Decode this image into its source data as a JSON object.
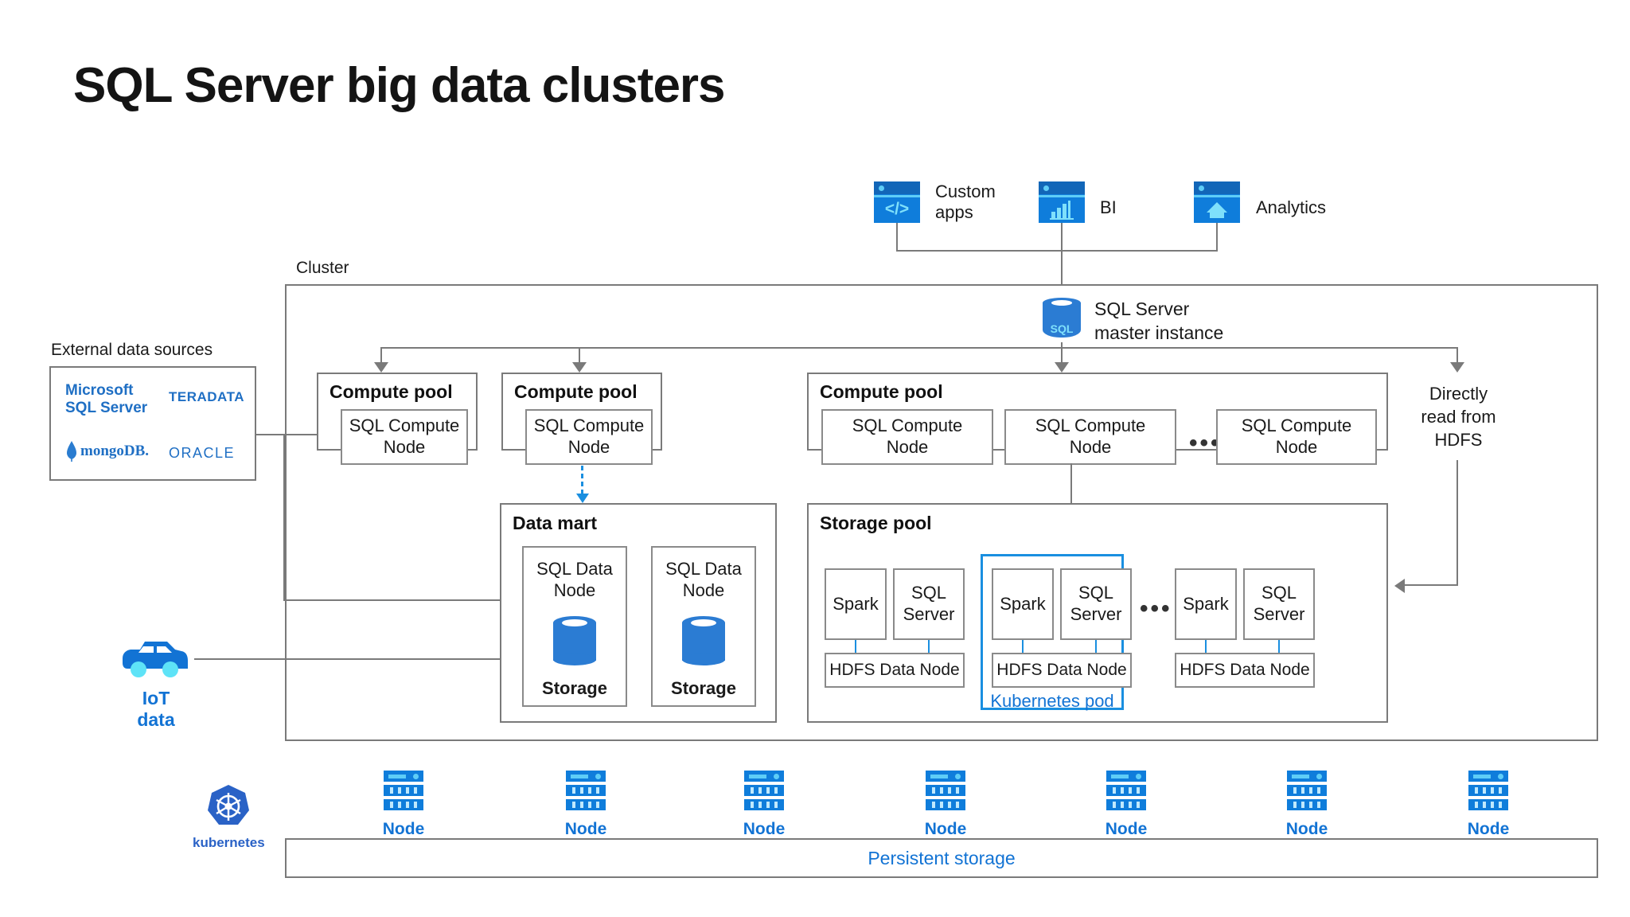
{
  "title": "SQL Server big data clusters",
  "colors": {
    "accent_blue": "#1273d4",
    "icon_blue": "#0f7ddb",
    "cyan": "#5ecdf7",
    "cylinder_blue": "#2b7cd3",
    "line_gray": "#7a7a7a",
    "pod_border": "#1a8fe0"
  },
  "consumers": [
    {
      "label": "Custom\napps",
      "line1": "Custom",
      "line2": "apps",
      "icon": "code-brackets-icon",
      "glyph": "</>"
    },
    {
      "label": "BI",
      "line1": "BI",
      "line2": "",
      "icon": "bar-chart-icon",
      "glyph": "bars"
    },
    {
      "label": "Analytics",
      "line1": "Analytics",
      "line2": "",
      "icon": "home-analytics-icon",
      "glyph": "home"
    }
  ],
  "cluster": {
    "label": "Cluster",
    "master": {
      "icon": "sql-cylinder-icon",
      "icon_text": "SQL",
      "line1": "SQL Server",
      "line2": "master instance"
    },
    "direct_read": {
      "line1": "Directly",
      "line2": "read from",
      "line3": "HDFS"
    },
    "compute_pools": [
      {
        "name": "Compute pool",
        "nodes": [
          {
            "line1": "SQL Compute",
            "line2": "Node"
          }
        ],
        "ellipsis": ""
      },
      {
        "name": "Compute pool",
        "nodes": [
          {
            "line1": "SQL Compute",
            "line2": "Node"
          }
        ],
        "ellipsis": ""
      },
      {
        "name": "Compute pool",
        "nodes": [
          {
            "line1": "SQL Compute",
            "line2": "Node"
          },
          {
            "line1": "SQL Compute",
            "line2": "Node"
          },
          {
            "line1": "SQL Compute",
            "line2": "Node"
          }
        ],
        "ellipsis": "•••"
      }
    ],
    "data_mart": {
      "name": "Data mart",
      "nodes": [
        {
          "line1": "SQL Data",
          "line2": "Node",
          "storage_label": "Storage",
          "storage_icon": "storage-cylinder-icon"
        },
        {
          "line1": "SQL Data",
          "line2": "Node",
          "storage_label": "Storage",
          "storage_icon": "storage-cylinder-icon"
        }
      ]
    },
    "storage_pool": {
      "name": "Storage pool",
      "ellipsis": "•••",
      "pod_label": "Kubernetes pod",
      "groups": [
        {
          "spark": "Spark",
          "sql_line1": "SQL",
          "sql_line2": "Server",
          "hdfs": "HDFS Data Node",
          "is_pod": false
        },
        {
          "spark": "Spark",
          "sql_line1": "SQL",
          "sql_line2": "Server",
          "hdfs": "HDFS Data Node",
          "is_pod": true
        },
        {
          "spark": "Spark",
          "sql_line1": "SQL",
          "sql_line2": "Server",
          "hdfs": "HDFS Data Node",
          "is_pod": false
        }
      ]
    }
  },
  "external": {
    "label": "External data sources",
    "logos": [
      {
        "name": "microsoft-sql-server-logo",
        "line1": "Microsoft",
        "line2": "SQL Server"
      },
      {
        "name": "teradata-logo",
        "line1": "TERADATA",
        "line2": ""
      },
      {
        "name": "mongodb-logo",
        "line1": "mongoDB.",
        "line2": ""
      },
      {
        "name": "oracle-logo",
        "line1": "ORACLE",
        "line2": ""
      }
    ]
  },
  "iot": {
    "label": "IoT data",
    "icon": "car-icon"
  },
  "infrastructure": {
    "kubernetes_label": "kubernetes",
    "kubernetes_icon": "kubernetes-logo",
    "node_label": "Node",
    "node_count": 7,
    "nodes": [
      {
        "label": "Node"
      },
      {
        "label": "Node"
      },
      {
        "label": "Node"
      },
      {
        "label": "Node"
      },
      {
        "label": "Node"
      },
      {
        "label": "Node"
      },
      {
        "label": "Node"
      }
    ],
    "persistent_storage_label": "Persistent storage"
  }
}
